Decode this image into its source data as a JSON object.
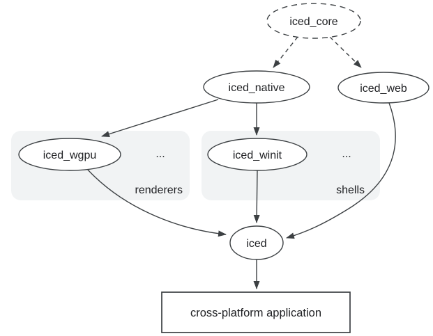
{
  "diagram": {
    "nodes": {
      "core": {
        "label": "iced_core"
      },
      "native": {
        "label": "iced_native"
      },
      "web": {
        "label": "iced_web"
      },
      "wgpu": {
        "label": "iced_wgpu"
      },
      "winit": {
        "label": "iced_winit"
      },
      "iced": {
        "label": "iced"
      },
      "app": {
        "label": "cross-platform application"
      }
    },
    "groups": {
      "renderers": {
        "label": "renderers",
        "ellipsis": "..."
      },
      "shells": {
        "label": "shells",
        "ellipsis": "..."
      }
    },
    "colors": {
      "edge": "#3c4043",
      "node_border": "#3c4043",
      "node_fill": "#ffffff",
      "group_fill": "#f1f3f4",
      "group_label": "#1a73e8",
      "text": "#202124",
      "background": "#ffffff"
    }
  }
}
